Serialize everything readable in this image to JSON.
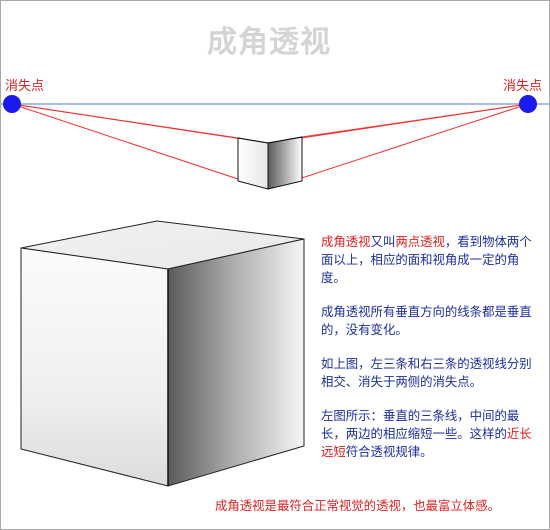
{
  "title": "成角透视",
  "vanishing_point_label": "消失点",
  "colors": {
    "horizon": "#4a7fd8",
    "vanishing_point": "#1a1aee",
    "perspective_lines": "#ee3333",
    "text_blue": "#1c2f9c",
    "text_red": "#e02020",
    "title": "#d4d4d4"
  },
  "paragraphs": [
    {
      "part1_red": "成角透视",
      "part2": "又叫",
      "part3_red": "两点透视",
      "part4": "，看到物体两个面以上，相应的面和视角成一定的角度。"
    },
    {
      "text": "成角透视所有垂直方向的线条都是垂直的，没有变化。"
    },
    {
      "text": "如上图，左三条和右三条的透视线分别相交、消失于两侧的消失点。"
    },
    {
      "part1": "左图所示：垂直的三条线，中间的最长，两边的相应缩短一些。这样的",
      "part2_red": "近长远短",
      "part3": "符合透视规律。"
    }
  ],
  "footer": "成角透视是最符合正常视觉的透视，也最富立体感。"
}
